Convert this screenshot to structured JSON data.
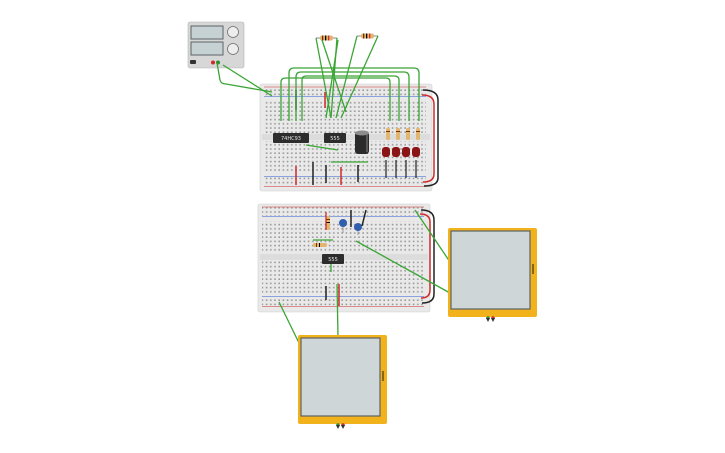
{
  "components": {
    "ic_left_label": "74HC93",
    "ic_right_label": "555",
    "ic_lower_label": "555"
  },
  "colors": {
    "wire": "#3aa535",
    "wire_black": "#222222",
    "wire_red": "#d12a2a",
    "led": "#8b1414",
    "board": "#e9e9e9",
    "meter_frame": "#f2b21c",
    "meter_screen": "#cfd6d8"
  }
}
